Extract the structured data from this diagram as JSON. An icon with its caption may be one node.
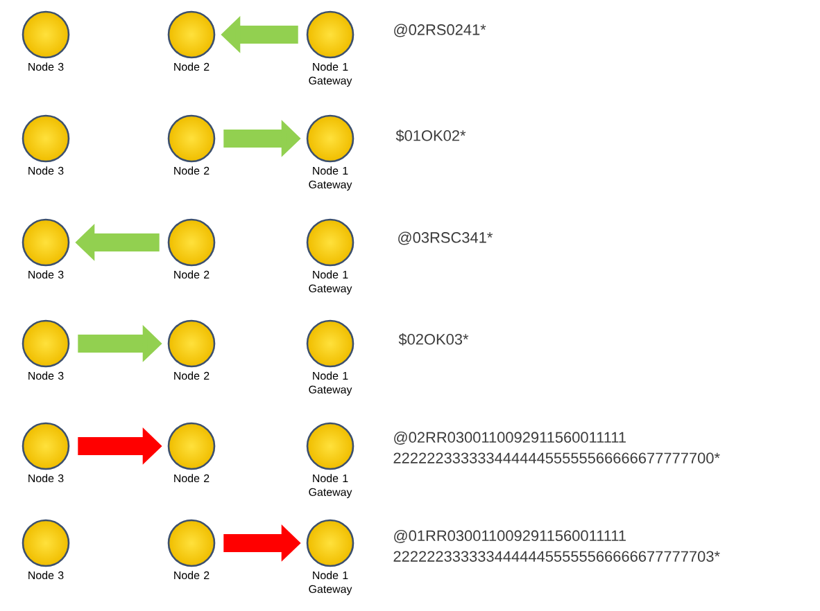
{
  "diagram": {
    "nodes": [
      {
        "text": [
          "Node 3"
        ]
      },
      {
        "text": [
          "Node 2"
        ]
      },
      {
        "text": [
          "Node 1 Gateway"
        ]
      },
      {
        "text": [
          "Node 3"
        ]
      },
      {
        "text": [
          "Node 2"
        ]
      },
      {
        "text": [
          "Node 1 Gateway"
        ]
      },
      {
        "text": [
          "Node 3"
        ]
      },
      {
        "text": [
          "Node 2"
        ]
      },
      {
        "text": [
          "Node 1 Gateway"
        ]
      },
      {
        "text": [
          "Node 3"
        ]
      },
      {
        "text": [
          "Node 2"
        ]
      },
      {
        "text": [
          "Node 1 Gateway"
        ]
      },
      {
        "text": [
          "Node 3"
        ]
      },
      {
        "text": [
          "Node 2"
        ]
      },
      {
        "text": [
          "Node 1 Gateway"
        ]
      },
      {
        "text": [
          "Node 3"
        ]
      },
      {
        "text": [
          "Node 2"
        ]
      },
      {
        "text": [
          "Node 1 Gateway"
        ]
      }
    ],
    "edges": [
      {
        "from": 2,
        "to": 1,
        "arrow": "to"
      },
      {
        "from": 4,
        "to": 5,
        "arrow": "to"
      },
      {
        "from": 7,
        "to": 6,
        "arrow": "to"
      },
      {
        "from": 9,
        "to": 10,
        "arrow": "to"
      },
      {
        "from": 12,
        "to": 13,
        "arrow": "to",
        "color": "#ff0000"
      },
      {
        "from": 16,
        "to": 17,
        "arrow": "to",
        "color": "#ff0000"
      }
    ],
    "labels": [
      "@02RS0241*",
      "$01OK02*",
      "@03RSC341*",
      "$02OK03*",
      "@02RR0300110092911560011111 22222233333344444455555566666677777700*",
      "@01RR0300110092911560011111 22222233333344444455555566666677777703*"
    ]
  }
}
